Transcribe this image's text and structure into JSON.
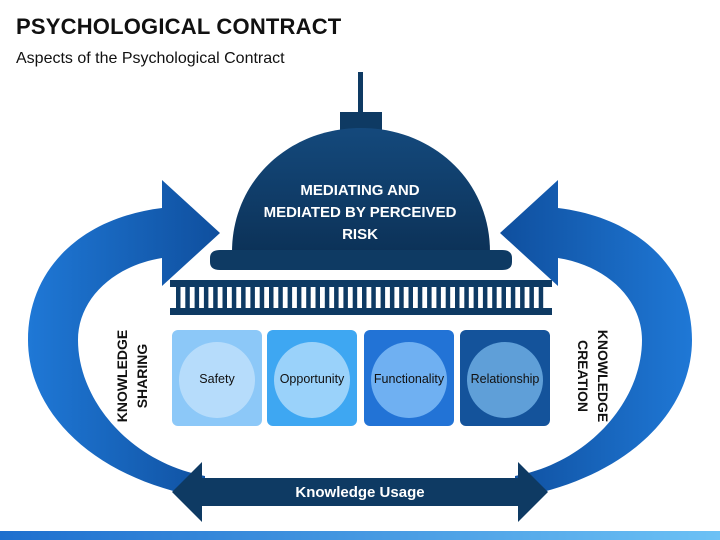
{
  "header": {
    "title": "PSYCHOLOGICAL CONTRACT",
    "subtitle": "Aspects of the Psychological Contract"
  },
  "dome": {
    "lines": [
      "MEDIATING AND",
      "MEDIATED BY PERCEIVED",
      "RISK"
    ],
    "color": "#0e3a63"
  },
  "pillars": [
    {
      "label": "Safety",
      "card_color": "#8cc8f8",
      "circle_color": "#b6dcfb"
    },
    {
      "label": "Opportunity",
      "card_color": "#3ea7f2",
      "circle_color": "#9ad2fa"
    },
    {
      "label": "Functionality",
      "card_color": "#2273d6",
      "circle_color": "#6fb0f2"
    },
    {
      "label": "Relationship",
      "card_color": "#14539b",
      "circle_color": "#5f9fd8"
    }
  ],
  "sides": {
    "left": [
      "KNOWLEDGE",
      "SHARING"
    ],
    "right": [
      "KNOWLEDGE",
      "CREATION"
    ]
  },
  "usage_arrow": {
    "label": "Knowledge Usage",
    "color": "#0e3a63"
  },
  "colors": {
    "curved_arrow": "#1e6fce",
    "curved_arrow_dark": "#0f4f9e",
    "bottom_bar_left": "#1e6fce",
    "bottom_bar_right": "#6cc1f5"
  }
}
